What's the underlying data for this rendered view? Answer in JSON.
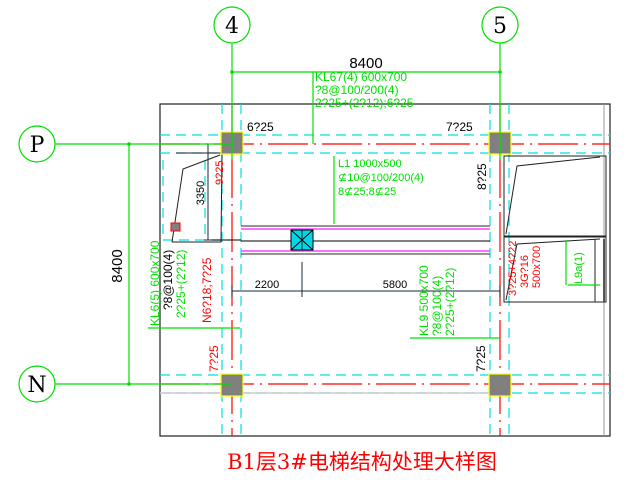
{
  "title": "B1层3#电梯结构处理大样图",
  "axes": {
    "vertical": [
      {
        "label": "4"
      },
      {
        "label": "5"
      }
    ],
    "horizontal": [
      {
        "label": "P"
      },
      {
        "label": "N"
      }
    ]
  },
  "dimensions": {
    "top_span": "8400",
    "left_span": "8400",
    "segment_left": "2200",
    "segment_right": "5800",
    "opening_height": "3350"
  },
  "beams": {
    "kl67": {
      "line1": "KL67(4) 600x700",
      "line2": "?8@100/200(4)",
      "line3": "2?25+(2?12);6?25"
    },
    "l1": {
      "line1": "L1  1000x500",
      "line2": "⊈10@100/200(4)",
      "line3": "8⊈25;8⊈25"
    },
    "kl6": {
      "line1": "KL6(5) 600x700",
      "line2": "?8@100(4)",
      "line3": "2?25+(2?12)",
      "line4": "N6?18;7?25"
    },
    "kl9": {
      "line1": "KL9  500x700",
      "line2": "?8@100(4)",
      "line3": "2?25+(2?12)"
    },
    "right_beam": {
      "line1": "3?25+4?22",
      "line2": "3G?16",
      "line3": "500x700"
    },
    "l9a": {
      "line1": "L9a(1)"
    }
  },
  "rebar_labels": {
    "top_left": "6?25",
    "top_right": "7?25",
    "left_vert": "9?25",
    "right_vert": "8?25",
    "bottom_left": "7?25",
    "bottom_right": "7?25"
  },
  "colors": {
    "axis_green": "#00e000",
    "beam_red": "#ff0000",
    "dash_cyan": "#00e0e0",
    "column_gray": "#808080",
    "column_outline": "#ffff00",
    "magenta": "#ff40ff"
  }
}
